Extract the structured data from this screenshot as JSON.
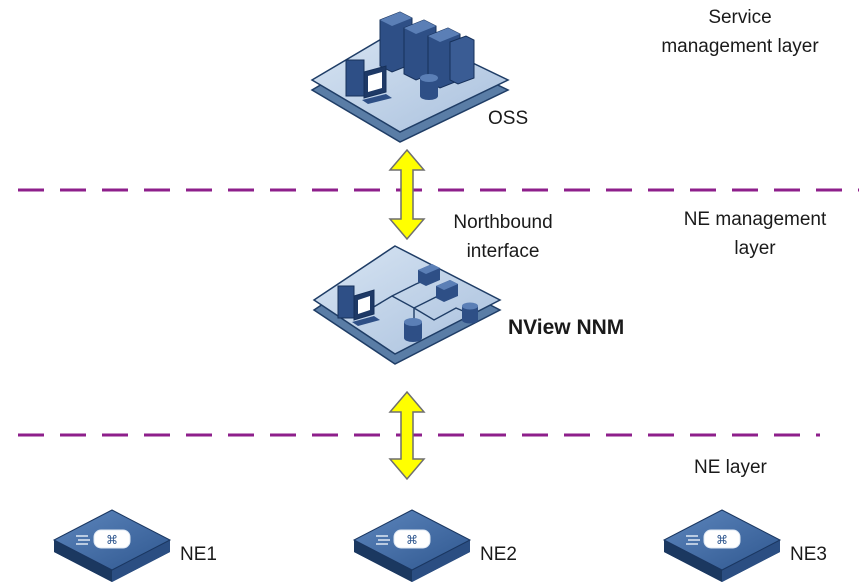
{
  "layers": {
    "service": [
      "Service",
      "management layer"
    ],
    "ne_management": [
      "NE management",
      "layer"
    ],
    "ne": "NE layer"
  },
  "nodes": {
    "oss": "OSS",
    "nnm": "NView NNM",
    "ne1": "NE1",
    "ne2": "NE2",
    "ne3": "NE3"
  },
  "interface": [
    "Northbound",
    "interface"
  ],
  "colors": {
    "platform_top": "#c3d5ea",
    "platform_side": "#5a7da6",
    "platform_edge": "#1f3d66",
    "server_dark": "#2e4f86",
    "server_light": "#4f73aa",
    "device_top": "#3f6aa3",
    "device_side": "#20406f",
    "arrow_fill": "#ffff00",
    "arrow_stroke": "#6f6f6f",
    "dashed_line": "#8e1f8b"
  }
}
